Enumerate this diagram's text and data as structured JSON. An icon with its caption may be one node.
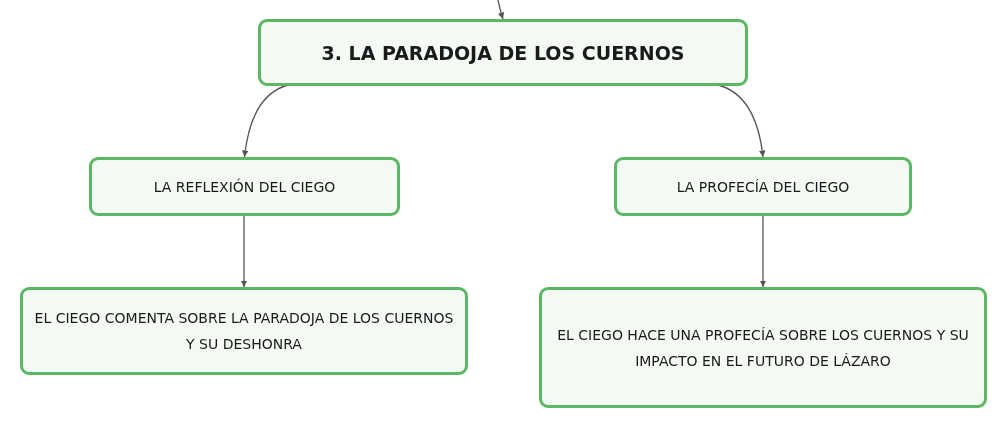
{
  "diagram": {
    "nodes": [
      {
        "text": [
          "3. LA PARADOJA DE LOS CUERNOS"
        ]
      },
      {
        "text": [
          "LA REFLEXIÓN DEL CIEGO"
        ]
      },
      {
        "text": [
          "LA PROFECÍA DEL CIEGO"
        ]
      },
      {
        "text": [
          "EL CIEGO COMENTA SOBRE LA PARADOJA DE LOS CUERNOS Y SU DESHONRA"
        ]
      },
      {
        "text": [
          "EL CIEGO HACE UNA PROFECÍA SOBRE LOS CUERNOS Y SU IMPACTO EN EL FUTURO DE LÁZARO"
        ]
      }
    ],
    "edges": [
      {
        "from": null,
        "to": 0,
        "arrow": "to"
      },
      {
        "from": 0,
        "to": 1,
        "arrow": "to"
      },
      {
        "from": 0,
        "to": 2,
        "arrow": "to"
      },
      {
        "from": 1,
        "to": 3,
        "arrow": "to"
      },
      {
        "from": 2,
        "to": 4,
        "arrow": "to"
      }
    ]
  }
}
